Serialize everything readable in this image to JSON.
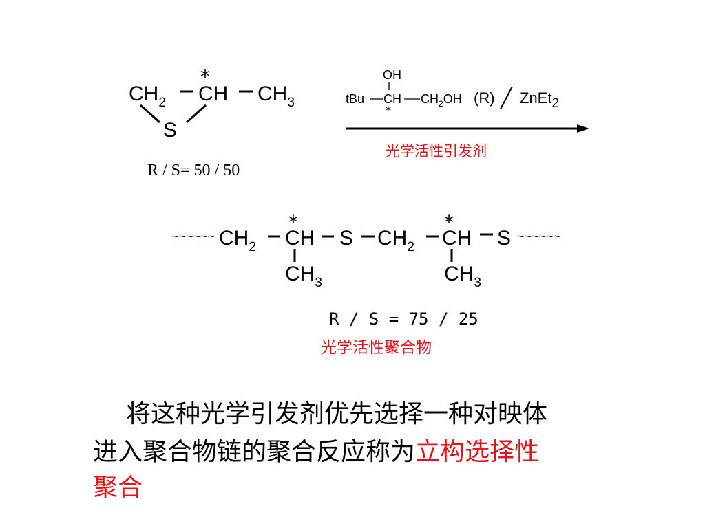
{
  "colors": {
    "text": "#000000",
    "highlight": "#e8121b",
    "background": "#ffffff"
  },
  "monomer": {
    "ch2": "CH",
    "ch2_sub": "2",
    "ch": "CH",
    "star": "*",
    "ch3": "CH",
    "ch3_sub": "3",
    "s": "S",
    "ratio": "R / S= 50 / 50"
  },
  "initiator": {
    "oh": "OH",
    "tbu": "tBu",
    "ch": "CH",
    "ch2": "CH",
    "ch2_sub": "2",
    "oh_end": "OH",
    "config": "(R)",
    "slash": "╱",
    "znet": "ZnEt",
    "znet_sub": "2",
    "star": "*",
    "label": "光学活性引发剂"
  },
  "polymer": {
    "wavy_left": "~~~~~~",
    "ch2": "CH",
    "ch2_sub": "2",
    "ch": "CH",
    "star": "*",
    "s": "S",
    "ch3": "CH",
    "ch3_sub": "3",
    "wavy_right": "~~~~~~",
    "ratio": "R / S = 75 / 25",
    "label": "光学活性聚合物"
  },
  "paragraph": {
    "line1": "将这种光学引发剂优先选择一种对映体",
    "line2_plain": "进入聚合物链的聚合反应称为",
    "line2_red": "立构选择性",
    "line3_red": "聚合"
  }
}
